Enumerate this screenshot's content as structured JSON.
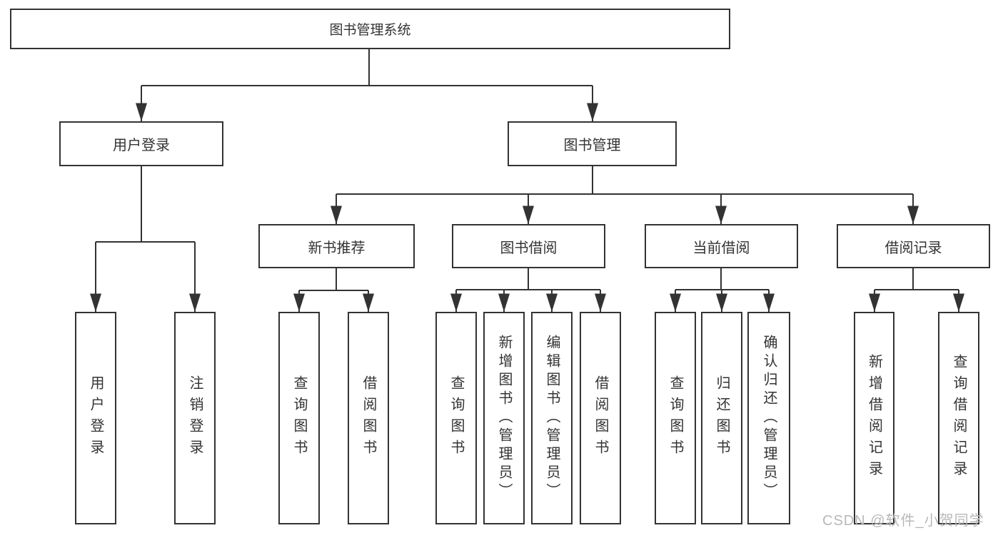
{
  "diagram": {
    "root": "图书管理系统",
    "level2": [
      "用户登录",
      "图书管理"
    ],
    "level3": [
      "新书推荐",
      "图书借阅",
      "当前借阅",
      "借阅记录"
    ],
    "leaves": {
      "user_login": [
        "用户登录",
        "注销登录"
      ],
      "new_book": [
        "查询图书",
        "借阅图书"
      ],
      "book_borrow": [
        "查询图书",
        "新增图书（管理员）",
        "编辑图书（管理员）",
        "借阅图书"
      ],
      "current_borrow": [
        "查询图书",
        "归还图书",
        "确认归还（管理员）"
      ],
      "borrow_record": [
        "新增借阅记录",
        "查询借阅记录"
      ]
    }
  },
  "watermark": "CSDN @软件_小贺同学",
  "colors": {
    "line": "#333333",
    "text": "#333333",
    "background": "#ffffff",
    "watermark": "#b8b8b8"
  }
}
